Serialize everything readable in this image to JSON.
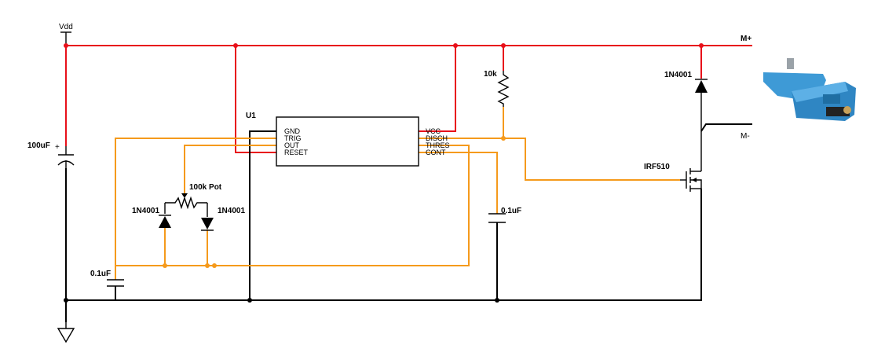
{
  "labels": {
    "vdd": "Vdd",
    "u1": "U1",
    "mplus": "M+",
    "mminus": "M-",
    "r10k": "10k",
    "d_top": "1N4001",
    "mosfet": "IRF510",
    "pot": "100k Pot",
    "d_left": "1N4001",
    "d_right": "1N4001",
    "c_big": "100uF",
    "c_plus": "+",
    "c_cont": "0.1uF",
    "c_trig": "0.1uF"
  },
  "ic_pins": {
    "gnd": "GND",
    "trig": "TRIG",
    "out": "OUT",
    "reset": "RESET",
    "vcc": "VCC",
    "disch": "DISCH",
    "thres": "THRES",
    "cont": "CONT"
  },
  "colors": {
    "power": "#e8101a",
    "signal": "#f59a1c",
    "ground": "#000000",
    "motor_body": "#3e9ad6"
  },
  "icons": {
    "motor": "gear-motor-icon",
    "ground": "ground-symbol-icon"
  }
}
